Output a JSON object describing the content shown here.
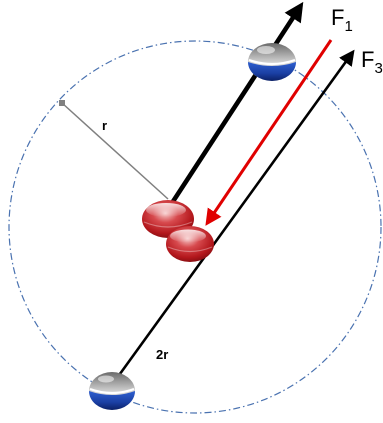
{
  "diagram": {
    "labels": {
      "force_1": {
        "main": "F",
        "sub": "1"
      },
      "force_3": {
        "main": "F",
        "sub": "3"
      },
      "radius": "r",
      "diameter": "2r"
    },
    "colors": {
      "circle_outline": "#4a72b0",
      "radius_line": "#808080",
      "force_red": "#e00000",
      "arrow_black": "#000000",
      "red_ball": "#b3171c",
      "blue_ball": "#1a3fa3",
      "ball_highlight": "#e8e8e8"
    },
    "icons": {
      "red_particle": "red-sphere-icon",
      "blue_particle": "blue-white-sphere-icon"
    }
  }
}
